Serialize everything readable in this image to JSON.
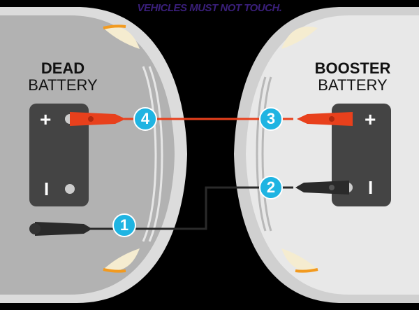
{
  "warning": "Vehicles must not touch.",
  "dead": {
    "line1": "DEAD",
    "line2": "BATTERY"
  },
  "booster": {
    "line1": "BOOSTER",
    "line2": "BATTERY"
  },
  "terminals": {
    "plus": "+",
    "minus": "I"
  },
  "steps": [
    "1",
    "2",
    "3",
    "4"
  ],
  "colors": {
    "step": "#1fb4e2",
    "positive_cable": "#e8401c",
    "negative_cable": "#2a2a2a",
    "warning": "#3a1f7a"
  }
}
